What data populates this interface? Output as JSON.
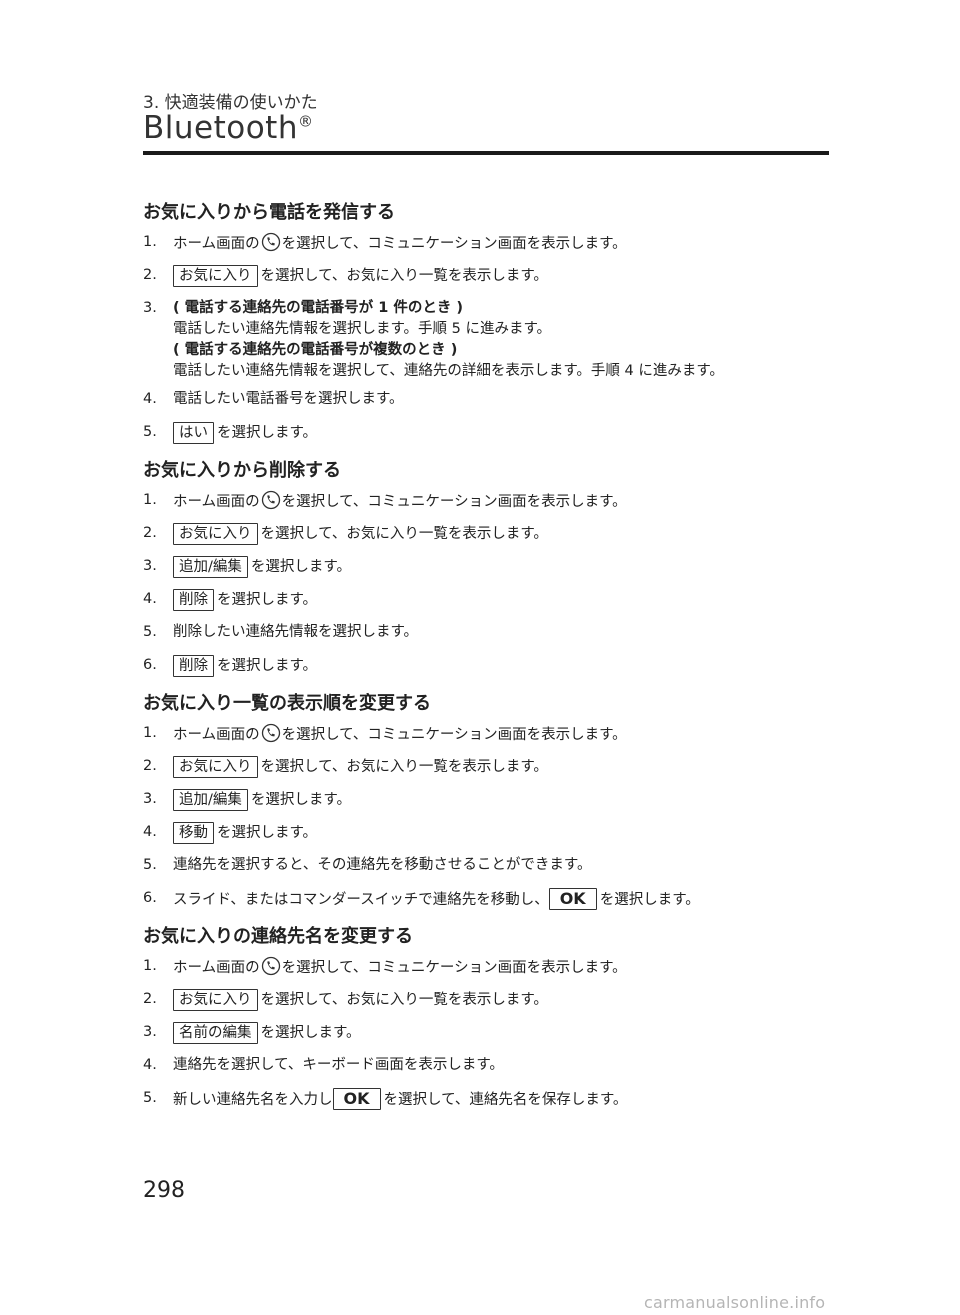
{
  "header": {
    "chapter": "3. 快適装備の使いかた",
    "title": "Bluetooth",
    "title_mark": "®"
  },
  "sections": [
    {
      "heading": "お気に入りから電話を発信する",
      "steps": [
        {
          "num": "1.",
          "pre": "ホーム画面の",
          "post": "を選択して、コミュニケーション画面を表示します。"
        },
        {
          "num": "2.",
          "button": "お気に入り",
          "post": "を選択して、お気に入り一覧を表示します。"
        },
        {
          "num": "3.",
          "bold1": "( 電話する連絡先の電話番号が 1 件のとき )",
          "line1": "電話したい連絡先情報を選択します。手順 5 に進みます。",
          "bold2": "( 電話する連絡先の電話番号が複数のとき )",
          "line2": "電話したい連絡先情報を選択して、連絡先の詳細を表示します。手順 4 に進みます。"
        },
        {
          "num": "4.",
          "text": "電話したい電話番号を選択します。"
        },
        {
          "num": "5.",
          "button": "はい",
          "post": "を選択します。"
        }
      ]
    },
    {
      "heading": "お気に入りから削除する",
      "steps": [
        {
          "num": "1.",
          "pre": "ホーム画面の",
          "post": "を選択して、コミュニケーション画面を表示します。"
        },
        {
          "num": "2.",
          "button": "お気に入り",
          "post": "を選択して、お気に入り一覧を表示します。"
        },
        {
          "num": "3.",
          "button": "追加/編集",
          "post": "を選択します。"
        },
        {
          "num": "4.",
          "button": "削除",
          "post": "を選択します。"
        },
        {
          "num": "5.",
          "text": "削除したい連絡先情報を選択します。"
        },
        {
          "num": "6.",
          "button": "削除",
          "post": "を選択します。"
        }
      ]
    },
    {
      "heading": "お気に入り一覧の表示順を変更する",
      "steps": [
        {
          "num": "1.",
          "pre": "ホーム画面の",
          "post": "を選択して、コミュニケーション画面を表示します。"
        },
        {
          "num": "2.",
          "button": "お気に入り",
          "post": "を選択して、お気に入り一覧を表示します。"
        },
        {
          "num": "3.",
          "button": "追加/編集",
          "post": "を選択します。"
        },
        {
          "num": "4.",
          "button": "移動",
          "post": "を選択します。"
        },
        {
          "num": "5.",
          "text": "連絡先を選択すると、その連絡先を移動させることができます。"
        },
        {
          "num": "6.",
          "pre": "スライド、またはコマンダースイッチで連絡先を移動し、",
          "button": "OK",
          "post": "を選択します。"
        }
      ]
    },
    {
      "heading": "お気に入りの連絡先名を変更する",
      "steps": [
        {
          "num": "1.",
          "pre": "ホーム画面の",
          "post": "を選択して、コミュニケーション画面を表示します。"
        },
        {
          "num": "2.",
          "button": "お気に入り",
          "post": "を選択して、お気に入り一覧を表示します。"
        },
        {
          "num": "3.",
          "button": "名前の編集",
          "post": "を選択します。"
        },
        {
          "num": "4.",
          "text": "連絡先を選択して、キーボード画面を表示します。"
        },
        {
          "num": "5.",
          "pre": "新しい連絡先名を入力し",
          "button": "OK",
          "post": "を選択して、連絡先名を保存します。"
        }
      ]
    }
  ],
  "icons": {
    "communication": "phone-icon"
  },
  "footer": {
    "page_number": "298",
    "watermark": "carmanualsonline.info"
  }
}
